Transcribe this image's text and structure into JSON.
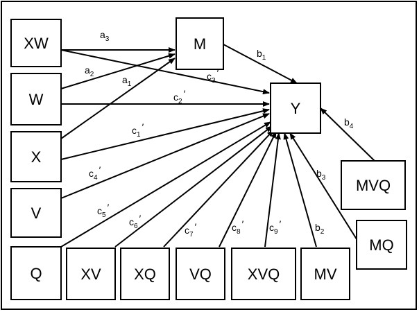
{
  "nodes": [
    {
      "id": "XW",
      "label": "XW"
    },
    {
      "id": "W",
      "label": "W"
    },
    {
      "id": "X",
      "label": "X"
    },
    {
      "id": "V",
      "label": "V"
    },
    {
      "id": "Q",
      "label": "Q"
    },
    {
      "id": "XV",
      "label": "XV"
    },
    {
      "id": "XQ",
      "label": "XQ"
    },
    {
      "id": "VQ",
      "label": "VQ"
    },
    {
      "id": "XVQ",
      "label": "XVQ"
    },
    {
      "id": "MV",
      "label": "MV"
    },
    {
      "id": "MQ",
      "label": "MQ"
    },
    {
      "id": "MVQ",
      "label": "MVQ"
    },
    {
      "id": "M",
      "label": "M"
    },
    {
      "id": "Y",
      "label": "Y"
    }
  ],
  "edges": [
    {
      "from": "XW",
      "to": "M",
      "label": {
        "base": "a",
        "sub": "3",
        "prime": false
      }
    },
    {
      "from": "W",
      "to": "M",
      "label": {
        "base": "a",
        "sub": "2",
        "prime": false
      }
    },
    {
      "from": "X",
      "to": "M",
      "label": {
        "base": "a",
        "sub": "1",
        "prime": false
      }
    },
    {
      "from": "M",
      "to": "Y",
      "label": {
        "base": "b",
        "sub": "1",
        "prime": false
      }
    },
    {
      "from": "XW",
      "to": "Y",
      "label": {
        "base": "c",
        "sub": "3",
        "prime": true
      }
    },
    {
      "from": "W",
      "to": "Y",
      "label": {
        "base": "c",
        "sub": "2",
        "prime": true
      }
    },
    {
      "from": "X",
      "to": "Y",
      "label": {
        "base": "c",
        "sub": "1",
        "prime": true
      }
    },
    {
      "from": "V",
      "to": "Y",
      "label": {
        "base": "c",
        "sub": "4",
        "prime": true
      }
    },
    {
      "from": "Q",
      "to": "Y",
      "label": {
        "base": "c",
        "sub": "5",
        "prime": true
      }
    },
    {
      "from": "XV",
      "to": "Y",
      "label": {
        "base": "c",
        "sub": "6",
        "prime": true
      }
    },
    {
      "from": "XQ",
      "to": "Y",
      "label": {
        "base": "c",
        "sub": "7",
        "prime": true
      }
    },
    {
      "from": "VQ",
      "to": "Y",
      "label": {
        "base": "c",
        "sub": "8",
        "prime": true
      }
    },
    {
      "from": "XVQ",
      "to": "Y",
      "label": {
        "base": "c",
        "sub": "9",
        "prime": true
      }
    },
    {
      "from": "MV",
      "to": "Y",
      "label": {
        "base": "b",
        "sub": "2",
        "prime": false
      }
    },
    {
      "from": "MQ",
      "to": "Y",
      "label": {
        "base": "b",
        "sub": "3",
        "prime": false
      }
    },
    {
      "from": "MVQ",
      "to": "Y",
      "label": {
        "base": "b",
        "sub": "4",
        "prime": false
      }
    }
  ]
}
